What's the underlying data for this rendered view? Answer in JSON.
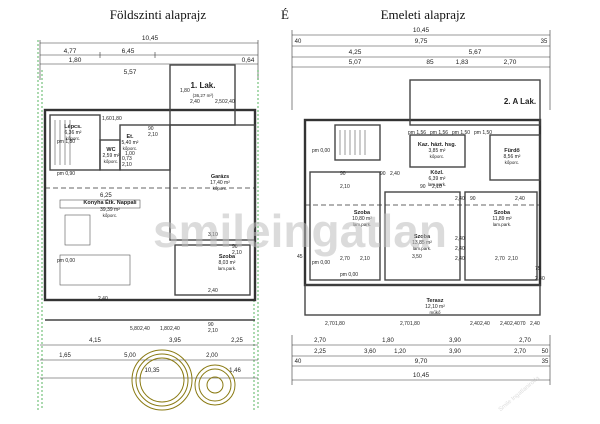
{
  "titles": {
    "left": "Földszinti alaprajz",
    "right": "Emeleti alaprajz",
    "right_marker": "É"
  },
  "watermark": {
    "main": "smileingatlan",
    "small": "Smile Ingatlaniroda"
  },
  "left_plan": {
    "top_dims": [
      "10,45",
      "4,77",
      "6,45",
      "1,80",
      "5,57",
      "0,64"
    ],
    "bottom_dims": [
      "4,15",
      "3,95",
      "2,25",
      "1,65",
      "5,00",
      "2,00",
      "10,35",
      "1,46"
    ],
    "unit_label": "1. Lak.",
    "unit_area": "(36,27 m²)",
    "rooms": [
      {
        "name": "Lépcs.",
        "area": "6,36 m²",
        "floor": "kőporc."
      },
      {
        "name": "WC",
        "area": "2,59 m²",
        "floor": "kőporc."
      },
      {
        "name": "Et.",
        "area": "5,40 m²",
        "floor": "kőporc."
      },
      {
        "name": "Garázs",
        "area": "17,40 m²",
        "floor": "kőporc."
      },
      {
        "name": "Konyha Étk. Nappali",
        "area": "39,39 m²",
        "floor": "kőporc."
      },
      {
        "name": "Szoba",
        "area": "8,03 m²",
        "floor": "lam.park."
      }
    ],
    "misc_dims": [
      "1,80",
      "2,40",
      "2,50",
      "2,40",
      "90",
      "2,10",
      "1,60",
      "1,80",
      "0,73",
      "2,10",
      "6,25",
      "1,00",
      "90",
      "2,10",
      "3,10",
      "2,40",
      "5,80",
      "2,40",
      "1,80",
      "2,40",
      "90",
      "2,10",
      "pm 1,80",
      "pm 0,90",
      "pm 0,00",
      "2,40"
    ]
  },
  "right_plan": {
    "top_dims": [
      "10,45",
      "40",
      "9,75",
      "35",
      "4,25",
      "5,67",
      "5,07",
      "85",
      "1,83",
      "2,70"
    ],
    "bottom_dims": [
      "2,70",
      "1,80",
      "3,90",
      "2,70",
      "2,25",
      "3,60",
      "1,20",
      "3,90",
      "2,70",
      "50",
      "40",
      "9,70",
      "35",
      "10,45"
    ],
    "unit_label": "2. A Lak.",
    "rooms": [
      {
        "name": "Kaz. házt. hsg.",
        "area": "3,85 m²",
        "floor": "kőporc."
      },
      {
        "name": "Fürdő",
        "area": "8,56 m²",
        "floor": "kőporc."
      },
      {
        "name": "Közl.",
        "area": "6,39 m²",
        "floor": "lam.park."
      },
      {
        "name": "Szoba",
        "area": "10,80 m²",
        "floor": "lam.park."
      },
      {
        "name": "Szoba",
        "area": "13,85 m²",
        "floor": "lam.park."
      },
      {
        "name": "Szoba",
        "area": "11,89 m²",
        "floor": "lam.park."
      },
      {
        "name": "Terasz",
        "area": "12,10 m²",
        "floor": "műkő"
      }
    ],
    "misc_dims": [
      "pm 1,56",
      "pm 1,56",
      "pm 1,50",
      "pm 1,50",
      "pm 0,00",
      "pm 0,00",
      "pm 0,00",
      "90",
      "2,10",
      "2,70",
      "2,10",
      "3,50",
      "2,40",
      "2,40",
      "2,40",
      "2,40",
      "2,70",
      "2,10",
      "90",
      "2,40",
      "45",
      "75",
      "2,40",
      "2,70",
      "1,80",
      "2,70",
      "1,80",
      "2,40",
      "2,40",
      "2,40",
      "2,40",
      "70",
      "2,40",
      "90",
      "2,40",
      "90",
      "2,10"
    ]
  }
}
